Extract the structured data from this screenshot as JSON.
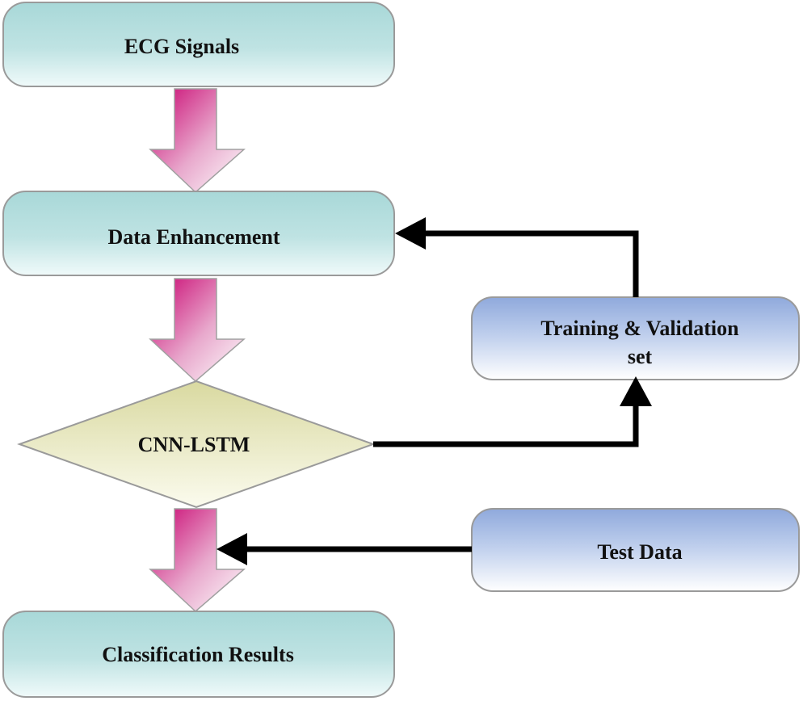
{
  "diagram": {
    "nodes": {
      "ecg_signals": {
        "label": "ECG Signals"
      },
      "data_enhancement": {
        "label": "Data Enhancement"
      },
      "cnn_lstm": {
        "label": "CNN-LSTM"
      },
      "training_validation": {
        "line1": "Training & Validation",
        "line2": "set"
      },
      "test_data": {
        "label": "Test Data"
      },
      "classification_results": {
        "label": "Classification Results"
      }
    },
    "colors": {
      "teal_box_top": "#a8d8d8",
      "teal_box_bottom": "#f0fafa",
      "blue_box_top": "#8fa9dc",
      "blue_box_bottom": "#ffffff",
      "diamond_top": "#d9d9a0",
      "diamond_bottom": "#fbfbee",
      "block_arrow_top": "#c8006e",
      "block_arrow_bottom": "#ffffff",
      "connector": "#000000",
      "box_stroke": "#9a9a9a"
    }
  }
}
